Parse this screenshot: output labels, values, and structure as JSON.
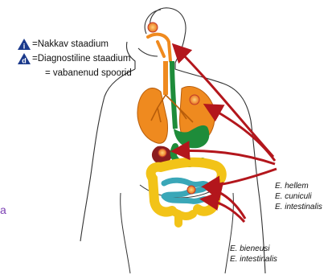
{
  "legend": {
    "infective_stage": {
      "symbol": "i",
      "text": "=Nakkav staadium"
    },
    "diagnostic_stage": {
      "symbol": "d",
      "text": "=Diagnostiline staadium"
    },
    "released_spores": {
      "text": "= vabanenud spoorid"
    }
  },
  "species_groups": {
    "upper": [
      "E. hellem",
      "E. cuniculi",
      "E. intestinalis"
    ],
    "lower": [
      "E. bieneusi",
      "E. intestinalis"
    ]
  },
  "edge_text": "a",
  "colors": {
    "arrow": "#b3161c",
    "lung": "#ef8a1f",
    "esophagus": "#1e8c3a",
    "stomach": "#1e8c3a",
    "small_intestine": "#3aa7b8",
    "large_intestine": "#f2c318",
    "liver": "#8a1c1f",
    "spore_dot": "#e8731e",
    "legend_triangle": "#1b3a8c"
  }
}
